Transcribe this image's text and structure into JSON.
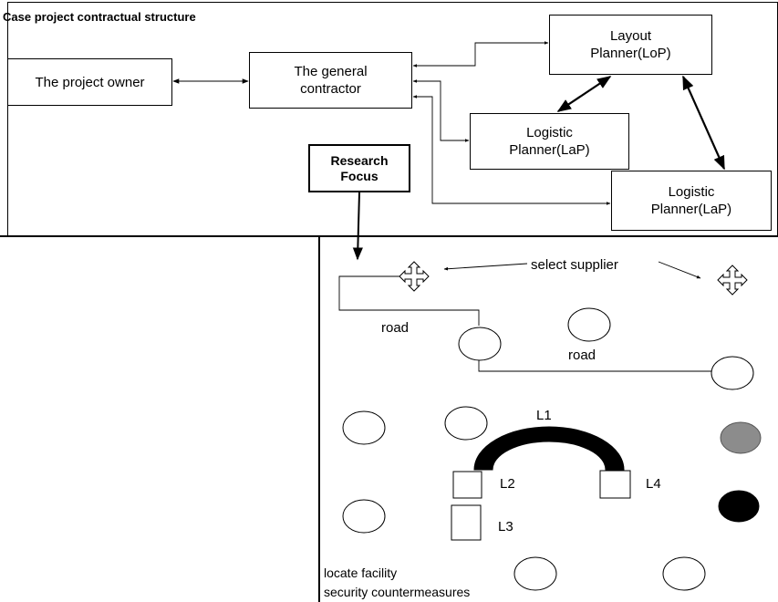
{
  "title": "Case project contractual structure",
  "boxes": {
    "project_owner": "The project owner",
    "general_contractor": "The general\ncontractor",
    "layout_planner": "Layout\nPlanner(LoP)",
    "logistic_planner_1": "Logistic\nPlanner(LaP)",
    "logistic_planner_2": "Logistic\nPlanner(LaP)",
    "research_focus": "Research\nFocus"
  },
  "site": {
    "select_supplier": "select supplier",
    "road_1": "road",
    "road_2": "road",
    "l1": "L1",
    "l2": "L2",
    "l3": "L3",
    "l4": "L4",
    "locate_facility": "locate facility",
    "security": "security countermeasures"
  },
  "colors": {
    "line": "#000000",
    "gray_facility": "#8c8c8c",
    "black_facility": "#000000",
    "arc": "#000000"
  }
}
